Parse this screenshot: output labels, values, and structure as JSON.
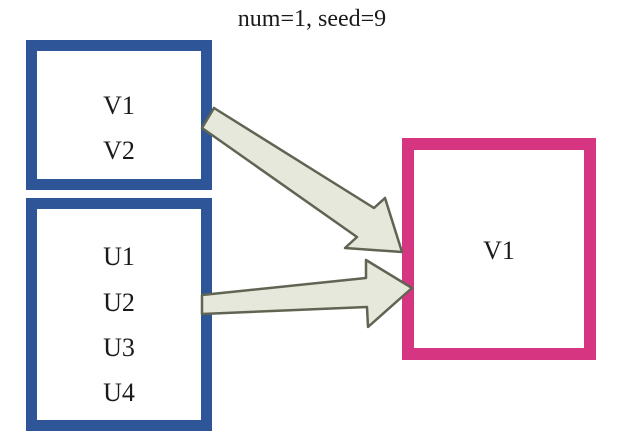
{
  "caption": "num=1, seed=9",
  "source_group_v": {
    "items": [
      "V1",
      "V2"
    ]
  },
  "source_group_u": {
    "items": [
      "U1",
      "U2",
      "U3",
      "U4"
    ]
  },
  "output_box": {
    "label": "V1"
  },
  "colors": {
    "source_border": "#2e5597",
    "output_border": "#d63582",
    "arrow_fill": "#e7e8dc",
    "arrow_stroke": "#5f6552"
  }
}
